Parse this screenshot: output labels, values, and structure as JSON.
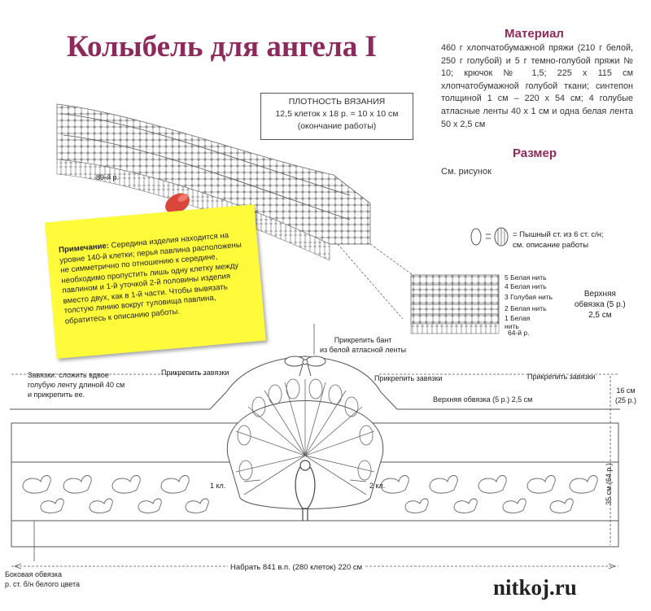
{
  "title": "Колыбель для ангела I",
  "material": {
    "heading": "Материал",
    "text": "460 г хлопчатобумажной пряжи (210 г белой, 250 г голубой) и 5 г темно-голубой пряжи № 10; крючок № 1,5; 225 х 115 см хлопчатобумажной голубой ткани; синтепон толщиной 1 см – 220 х 54 см; 4 голубые атласные ленты 40 х 1 см и одна белая лента 50 х 2,5 см"
  },
  "size": {
    "heading": "Размер",
    "text": "См. рисунок"
  },
  "gauge": {
    "line1": "ПЛОТНОСТЬ ВЯЗАНИЯ",
    "line2": "12,5 клеток х 18 р. = 10 х 10 см",
    "line3": "(окончание работы)"
  },
  "note": {
    "bold": "Примечание:",
    "text": " Середина изделия находится на уровне 140-й клетки; перья павлина расположены не симметрично по отношению к середине, необходимо пропустить лишь одну клетку между павлином и 1-й уточкой 2-й половины изделия вместо двух, как в 1-й части. Чтобы вывязать толстую линию вокруг туловища павлина, обратитесь к описанию работы."
  },
  "legend": {
    "line1": "= Пышный ст. из 6 ст. с/н;",
    "line2": "см. описание работы"
  },
  "rows": {
    "r89": "89-й р.",
    "r64": "64-й р."
  },
  "stripes": [
    "5 Белая нить",
    "4 Белая нить",
    "3 Голубая нить",
    "2 Белая нить",
    "1 Белая нить"
  ],
  "border": {
    "label1": "Верхняя",
    "label2": "обвязка (5 р.)",
    "label3": "2,5 см"
  },
  "labels": {
    "bow": "Прикрепить бант",
    "bow2": "из белой атласной ленты",
    "ties_left": "Прикрепить завязки",
    "ties_mid": "Прикрепить завязки",
    "ties_right": "Прикрепить завязки",
    "ties_note1": "Завязки: сложить вдвое",
    "ties_note2": "голубую ленту длиной 40 см",
    "ties_note3": "и прикрепить ее.",
    "top_edge": "Верхняя обвязка (5 р.) 2,5 см",
    "h16": "16 см",
    "h25": "(25 р.)",
    "h35": "35 см (64 р.)",
    "kl1": "1 кл.",
    "kl2": "2 кл.",
    "cast_on": "Набрать 841 в.п. (280 клеток) 220 см",
    "side1": "Боковая обвязка",
    "side2": "р. ст. б/н белого цвета"
  },
  "watermark": "nitkoj.ru",
  "colors": {
    "title": "#8e2a5b",
    "note_bg": "#fffb3a",
    "pin": "#d9463a"
  }
}
